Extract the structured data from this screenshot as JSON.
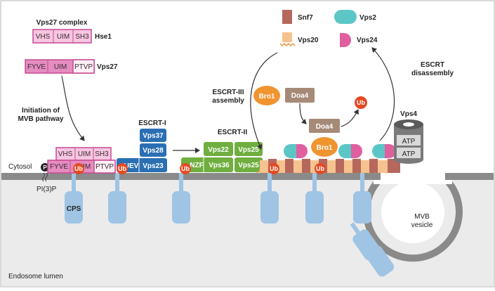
{
  "colors": {
    "vps27_light": "#f7c6e0",
    "vps27_mid": "#e58cc0",
    "vps27_border": "#c94a93",
    "escrt1_blue": "#2a6fb3",
    "escrt2_green": "#6fae3f",
    "snf7": "#b6685c",
    "vps20": "#f6c28f",
    "vps2": "#5cc6c6",
    "vps24": "#e0609f",
    "bro1": "#f09430",
    "doa4": "#a68a78",
    "ub": "#e44a24",
    "cargo": "#9fc4e4",
    "membrane": "#8a8a8a",
    "lumen": "#ebebeb",
    "vps4": "#6a6a6a"
  },
  "labels": {
    "vps27_complex": "Vps27 complex",
    "hse1": "Hse1",
    "vps27": "Vps27",
    "initiation_line1": "Initiation of",
    "initiation_line2": "MVB pathway",
    "escrt1": "ESCRT-I",
    "escrt2": "ESCRT-II",
    "escrt3_line1": "ESCRT-III",
    "escrt3_line2": "assembly",
    "escrt_disassembly_line1": "ESCRT",
    "escrt_disassembly_line2": "disassembly",
    "vps4": "Vps4",
    "cytosol": "Cytosol",
    "pi3p": "PI(3)P",
    "p": "P",
    "cps": "CPS",
    "mvb_line1": "MVB",
    "mvb_line2": "vesicle",
    "endosome_lumen": "Endosome lumen"
  },
  "domains": {
    "vhs": "VHS",
    "uim": "UIM",
    "sh3": "SH3",
    "fyve": "FYVE",
    "ptvp": "PTVP",
    "uev": "UEV",
    "nzf": "NZF"
  },
  "proteins": {
    "vps37": "Vps37",
    "vps28": "Vps28",
    "vps23": "Vps23",
    "vps22": "Vps22",
    "vps25": "Vps25",
    "vps36": "Vps36",
    "bro1": "Bro1",
    "doa4": "Doa4",
    "atp": "ATP",
    "ub": "Ub"
  },
  "legend": {
    "snf7": "Snf7",
    "vps2": "Vps2",
    "vps20": "Vps20",
    "vps24": "Vps24"
  }
}
